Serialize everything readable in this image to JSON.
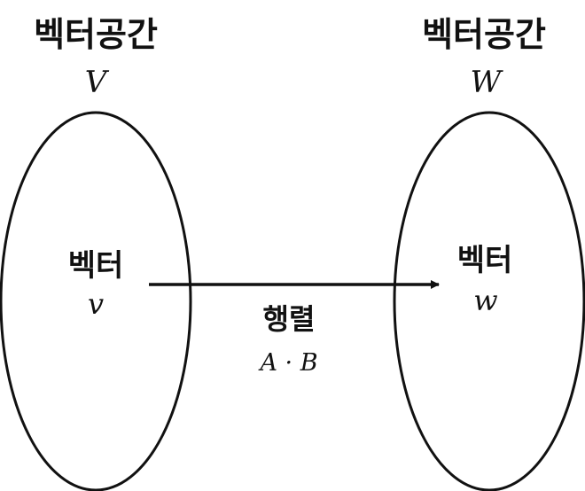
{
  "left_space": {
    "title": "벡터공간",
    "symbol": "V",
    "inner_label": "벡터",
    "inner_symbol": "v"
  },
  "right_space": {
    "title": "벡터공간",
    "symbol": "W",
    "inner_label": "벡터",
    "inner_symbol": "w"
  },
  "mapping": {
    "label": "행렬",
    "expression": "A · B"
  }
}
